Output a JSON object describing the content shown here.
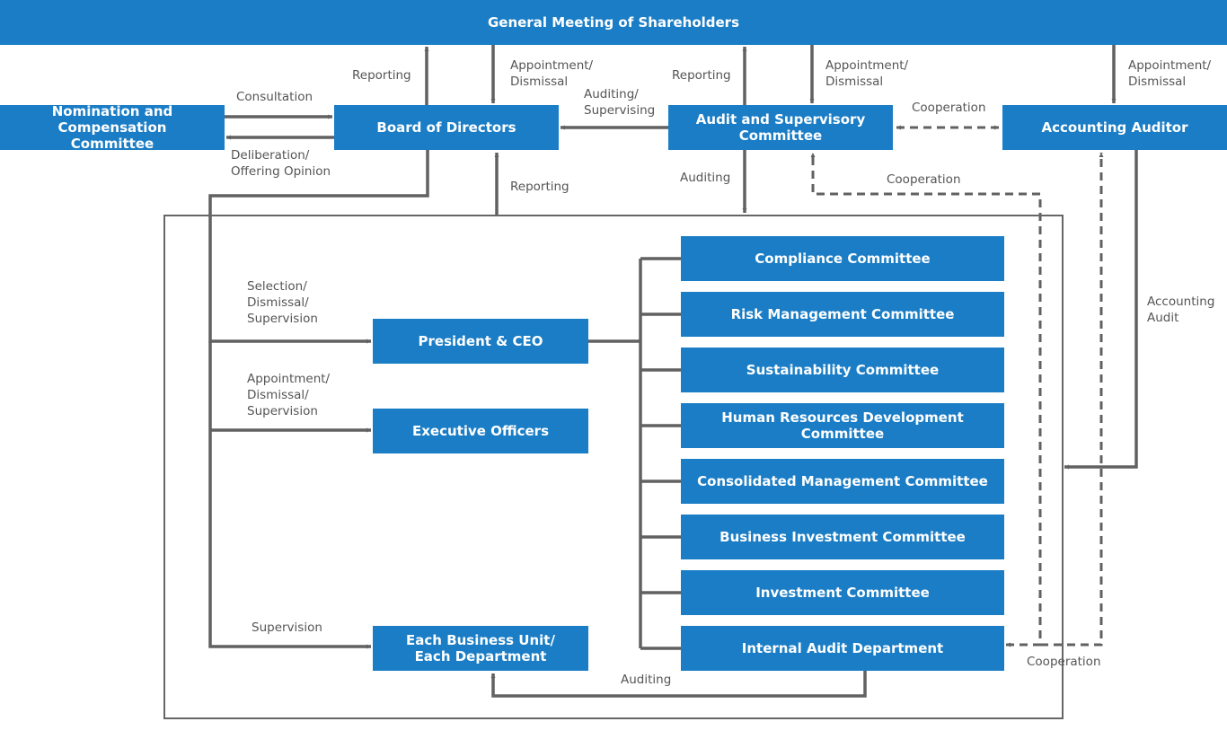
{
  "colors": {
    "box_fill": "#1a7dc5",
    "box_text": "#ffffff",
    "line": "#616161",
    "label": "#555555",
    "frame": "#666666"
  },
  "boxes": {
    "gms": "General Meeting of Shareholders",
    "ncc": "Nomination and Compensation\nCommittee",
    "bod": "Board of Directors",
    "asc": "Audit and Supervisory\nCommittee",
    "aa": "Accounting Auditor",
    "ceo": "President & CEO",
    "eo": "Executive Officers",
    "ebu": "Each Business Unit/\nEach Department",
    "committees": [
      "Compliance Committee",
      "Risk Management Committee",
      "Sustainability Committee",
      "Human Resources Development Committee",
      "Consolidated Management Committee",
      "Business Investment Committee",
      "Investment Committee",
      "Internal Audit Department"
    ]
  },
  "labels": {
    "reporting_bod": "Reporting",
    "appointment_bod": "Appointment/\nDismissal",
    "reporting_asc": "Reporting",
    "appointment_asc": "Appointment/\nDismissal",
    "appointment_aa": "Appointment/\nDismissal",
    "consultation": "Consultation",
    "deliberation": "Deliberation/\nOffering Opinion",
    "auditing_supervising": "Auditing/\nSupervising",
    "cooperation_top": "Cooperation",
    "reporting_exec": "Reporting",
    "auditing_exec": "Auditing",
    "cooperation_mid": "Cooperation",
    "accounting_audit": "Accounting\nAudit",
    "selection": "Selection/\nDismissal/\nSupervision",
    "appointment_exec": "Appointment/\nDismissal/\nSupervision",
    "supervision": "Supervision",
    "auditing_bottom": "Auditing",
    "cooperation_bottom": "Cooperation"
  }
}
